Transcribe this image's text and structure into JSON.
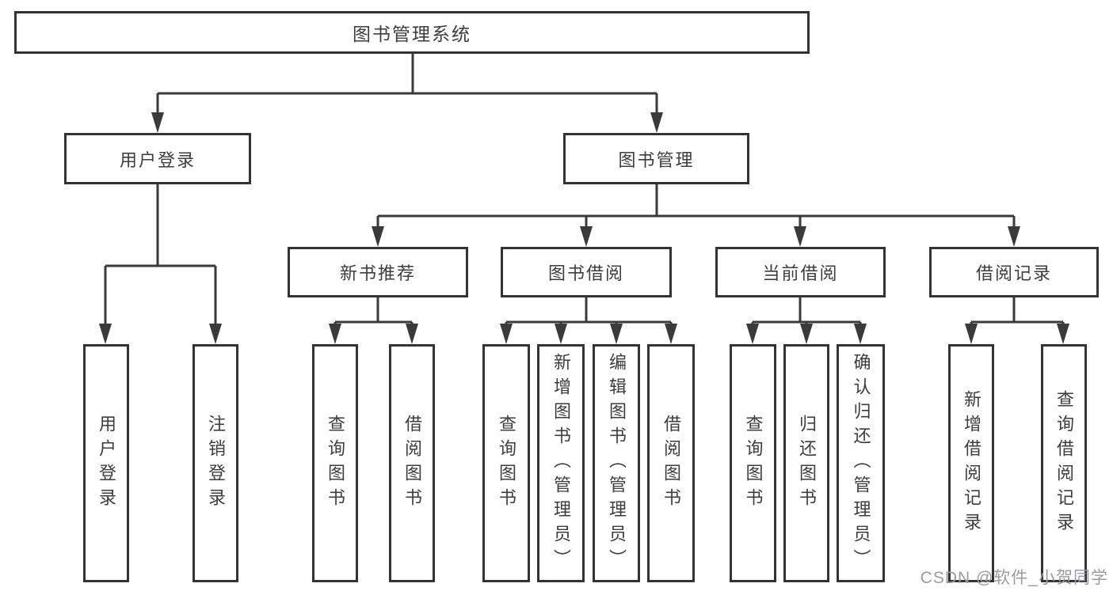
{
  "tree": {
    "label": "图书管理系统",
    "children": [
      {
        "label": "用户登录",
        "children": [
          {
            "label": "用户登录"
          },
          {
            "label": "注销登录"
          }
        ]
      },
      {
        "label": "图书管理",
        "children": [
          {
            "label": "新书推荐",
            "children": [
              {
                "label": "查询图书"
              },
              {
                "label": "借阅图书"
              }
            ]
          },
          {
            "label": "图书借阅",
            "children": [
              {
                "label": "查询图书"
              },
              {
                "label": "新增图书（管理员）"
              },
              {
                "label": "编辑图书（管理员）"
              },
              {
                "label": "借阅图书"
              }
            ]
          },
          {
            "label": "当前借阅",
            "children": [
              {
                "label": "查询图书"
              },
              {
                "label": "归还图书"
              },
              {
                "label": "确认归还（管理员）"
              }
            ]
          },
          {
            "label": "借阅记录",
            "children": [
              {
                "label": "新增借阅记录"
              },
              {
                "label": "查询借阅记录"
              }
            ]
          }
        ]
      }
    ]
  },
  "watermark": {
    "text": "CSDN @软件_小贺同学"
  },
  "colors": {
    "line": "#3a3a3a",
    "box_border": "#333333",
    "text": "#3d3d3d",
    "watermark": "#9a9ba3",
    "background": "#ffffff"
  }
}
